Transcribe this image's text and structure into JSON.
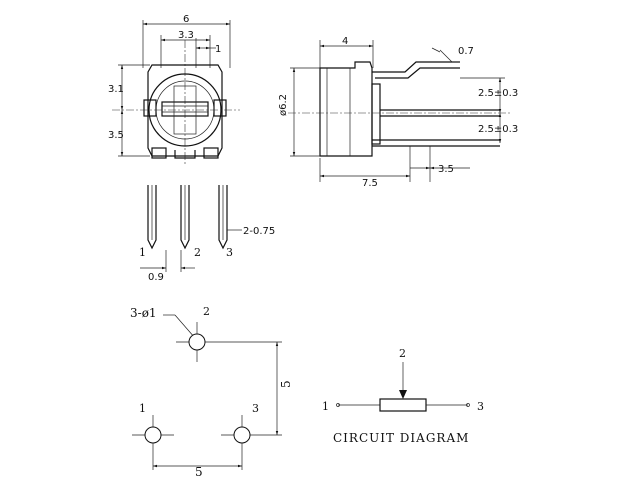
{
  "front_view": {
    "width": "6",
    "pin_pitch": "3.3",
    "pin_offset": "1",
    "upper_height": "3.1",
    "lower_height": "3.5"
  },
  "side_view": {
    "depth": "4",
    "diameter": "ø6.2",
    "lead_thickness": "0.7",
    "pitch_upper": "2.5±0.3",
    "pitch_lower": "2.5±0.3",
    "total_length": "7.5",
    "lead_length": "3.5"
  },
  "pins_detail": {
    "pin_labels": [
      "1",
      "2",
      "3"
    ],
    "lead_width": "2-0.75",
    "spacing": "0.9"
  },
  "footprint": {
    "hole_spec": "3-ø1",
    "pin_labels": [
      "1",
      "2",
      "3"
    ],
    "vertical_spacing": "5",
    "horizontal_spacing": "5"
  },
  "circuit": {
    "labels": [
      "1",
      "2",
      "3"
    ],
    "caption": "CIRCUIT DIAGRAM"
  }
}
